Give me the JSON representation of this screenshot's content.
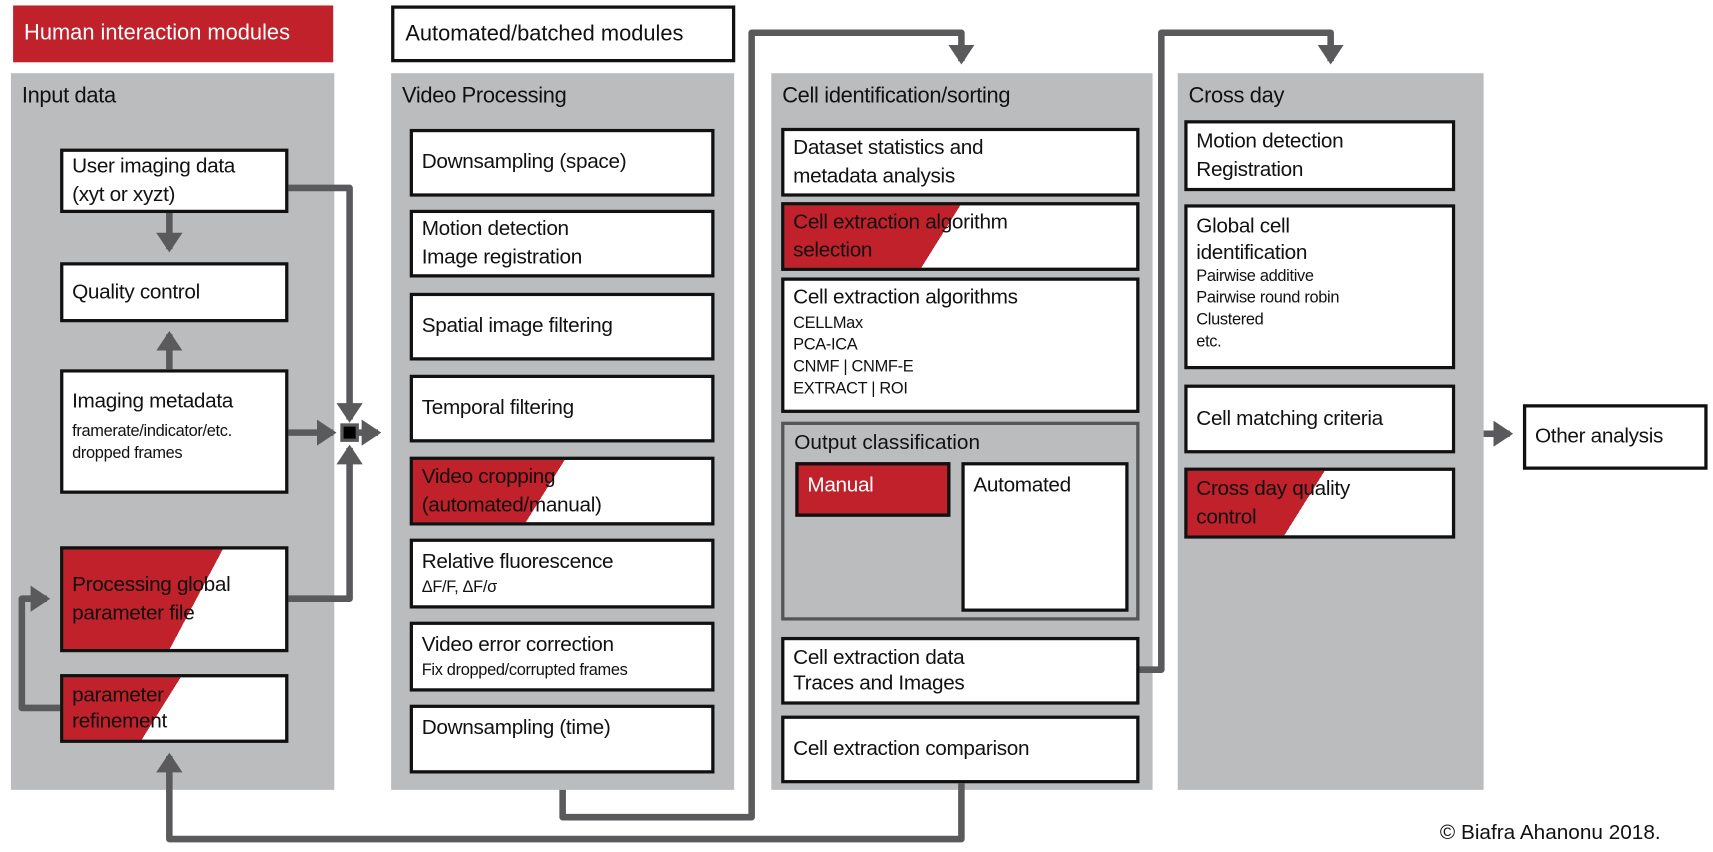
{
  "legend": {
    "human": "Human interaction modules",
    "automated": "Automated/batched modules"
  },
  "colors": {
    "human_red": "#c0212a",
    "panel_gray": "#bbbcbe",
    "arrow_gray": "#5a5a5c"
  },
  "input": {
    "title": "Input data",
    "user_data": [
      "User imaging data",
      "(xyt or xyzt)"
    ],
    "quality": "Quality control",
    "metadata": {
      "title": "Imaging metadata",
      "sub": [
        "framerate/indicator/etc.",
        "dropped frames"
      ]
    },
    "param_file": [
      "Processing global",
      "parameter file"
    ],
    "refine": [
      "parameter",
      "refinement"
    ]
  },
  "video": {
    "title": "Video Processing",
    "down_space": "Downsampling  (space)",
    "motion": [
      "Motion detection",
      "Image  registration"
    ],
    "spatial": "Spatial image  filtering",
    "temporal": "Temporal filtering",
    "crop": [
      "Video cropping",
      "(automated/manual)"
    ],
    "fluor": {
      "title": "Relative fluorescence",
      "sub": "ΔF/F, ΔF/σ"
    },
    "error": {
      "title": "Video error correction",
      "sub": "Fix dropped/corrupted frames"
    },
    "down_time": "Downsampling  (time)"
  },
  "cellid": {
    "title": "Cell identification/sorting",
    "stats": [
      "Dataset statistics and",
      "metadata analysis"
    ],
    "algsel": [
      "Cell extraction algorithm",
      "selection"
    ],
    "algs": {
      "title": "Cell extraction algorithms",
      "items": [
        "CELLMax",
        "PCA-ICA",
        "CNMF | CNMF-E",
        "EXTRACT | ROI"
      ]
    },
    "output": {
      "title": "Output classification",
      "manual": "Manual",
      "automated": "Automated"
    },
    "data": [
      "Cell extraction data",
      "Traces and Images"
    ],
    "compare": "Cell extraction comparison"
  },
  "crossday": {
    "title": "Cross day",
    "motion": [
      "Motion detection",
      "Registration"
    ],
    "global": {
      "title": [
        "Global cell",
        "identification"
      ],
      "items": [
        "Pairwise additive",
        "Pairwise round robin",
        "Clustered",
        "etc."
      ]
    },
    "matching": "Cell matching criteria",
    "qc": [
      "Cross day quality",
      "control"
    ]
  },
  "other": "Other analysis",
  "copyright": "© Biafra Ahanonu 2018."
}
